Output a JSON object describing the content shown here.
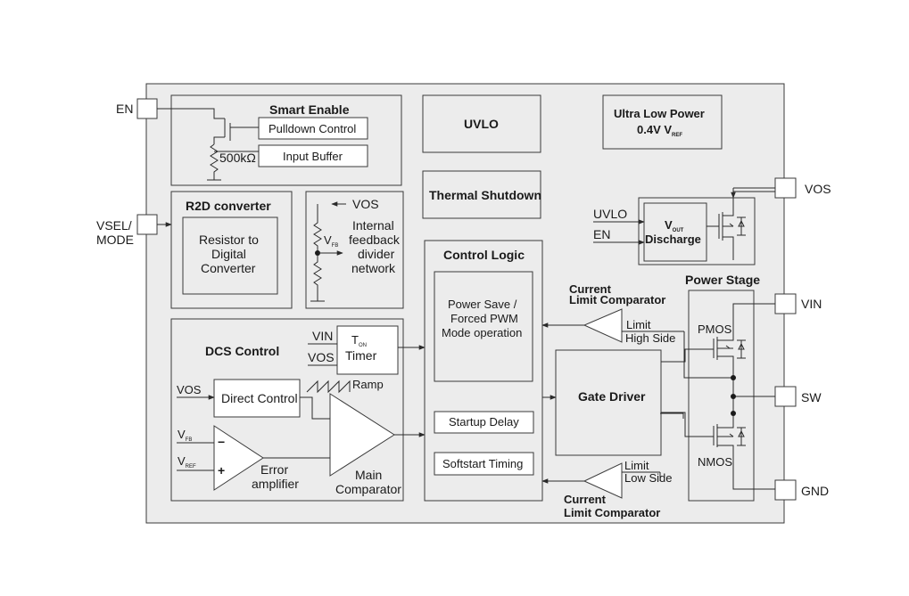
{
  "pins": {
    "en": "EN",
    "vsel_line1": "VSEL/",
    "vsel_line2": "MODE",
    "vos": "VOS",
    "vin": "VIN",
    "sw": "SW",
    "gnd": "GND"
  },
  "smart_enable": {
    "title": "Smart Enable",
    "pulldown": "Pulldown Control",
    "input_buffer": "Input Buffer",
    "resistor": "500kΩ"
  },
  "r2d": {
    "title": "R2D converter",
    "line1": "Resistor to",
    "line2": "Digital",
    "line3": "Converter"
  },
  "feedback": {
    "vos": "VOS",
    "vfb_main": "V",
    "vfb_sub": "FB",
    "line1": "Internal",
    "line2": "feedback",
    "line3": "divider",
    "line4": "network"
  },
  "dcs": {
    "title": "DCS Control",
    "vin": "VIN",
    "vos": "VOS",
    "ton_main": "T",
    "ton_sub": "ON",
    "timer": "Timer",
    "ramp": "Ramp",
    "vos_in": "VOS",
    "direct_control": "Direct Control",
    "vfb_main": "V",
    "vfb_sub": "FB",
    "vref_main": "V",
    "vref_sub": "REF",
    "minus": "−",
    "plus": "+",
    "error_line1": "Error",
    "error_line2": "amplifier",
    "main_line1": "Main",
    "main_line2": "Comparator"
  },
  "uvlo": {
    "label": "UVLO"
  },
  "thermal": {
    "label": "Thermal Shutdown"
  },
  "ulp": {
    "line1": "Ultra Low Power",
    "line2_main": "0.4V V",
    "line2_sub": "REF"
  },
  "discharge": {
    "uvlo": "UVLO",
    "en": "EN",
    "v_main": "V",
    "v_sub": "OUT",
    "label": "Discharge"
  },
  "control_logic": {
    "title": "Control Logic",
    "ps_line1": "Power Save /",
    "ps_line2": "Forced PWM",
    "ps_line3": "Mode operation",
    "startup": "Startup Delay",
    "softstart": "Softstart Timing"
  },
  "gate_driver": {
    "label": "Gate Driver"
  },
  "current_limit_top": {
    "line1": "Current",
    "line2": "Limit Comparator",
    "limit": "Limit",
    "side": "High Side"
  },
  "current_limit_bottom": {
    "line1": "Current",
    "line2": "Limit Comparator",
    "limit": "Limit",
    "side": "Low Side"
  },
  "power_stage": {
    "title": "Power Stage",
    "pmos": "PMOS",
    "nmos": "NMOS"
  },
  "colors": {
    "block_fill": "#ececec",
    "stroke": "#3a3a3a"
  }
}
